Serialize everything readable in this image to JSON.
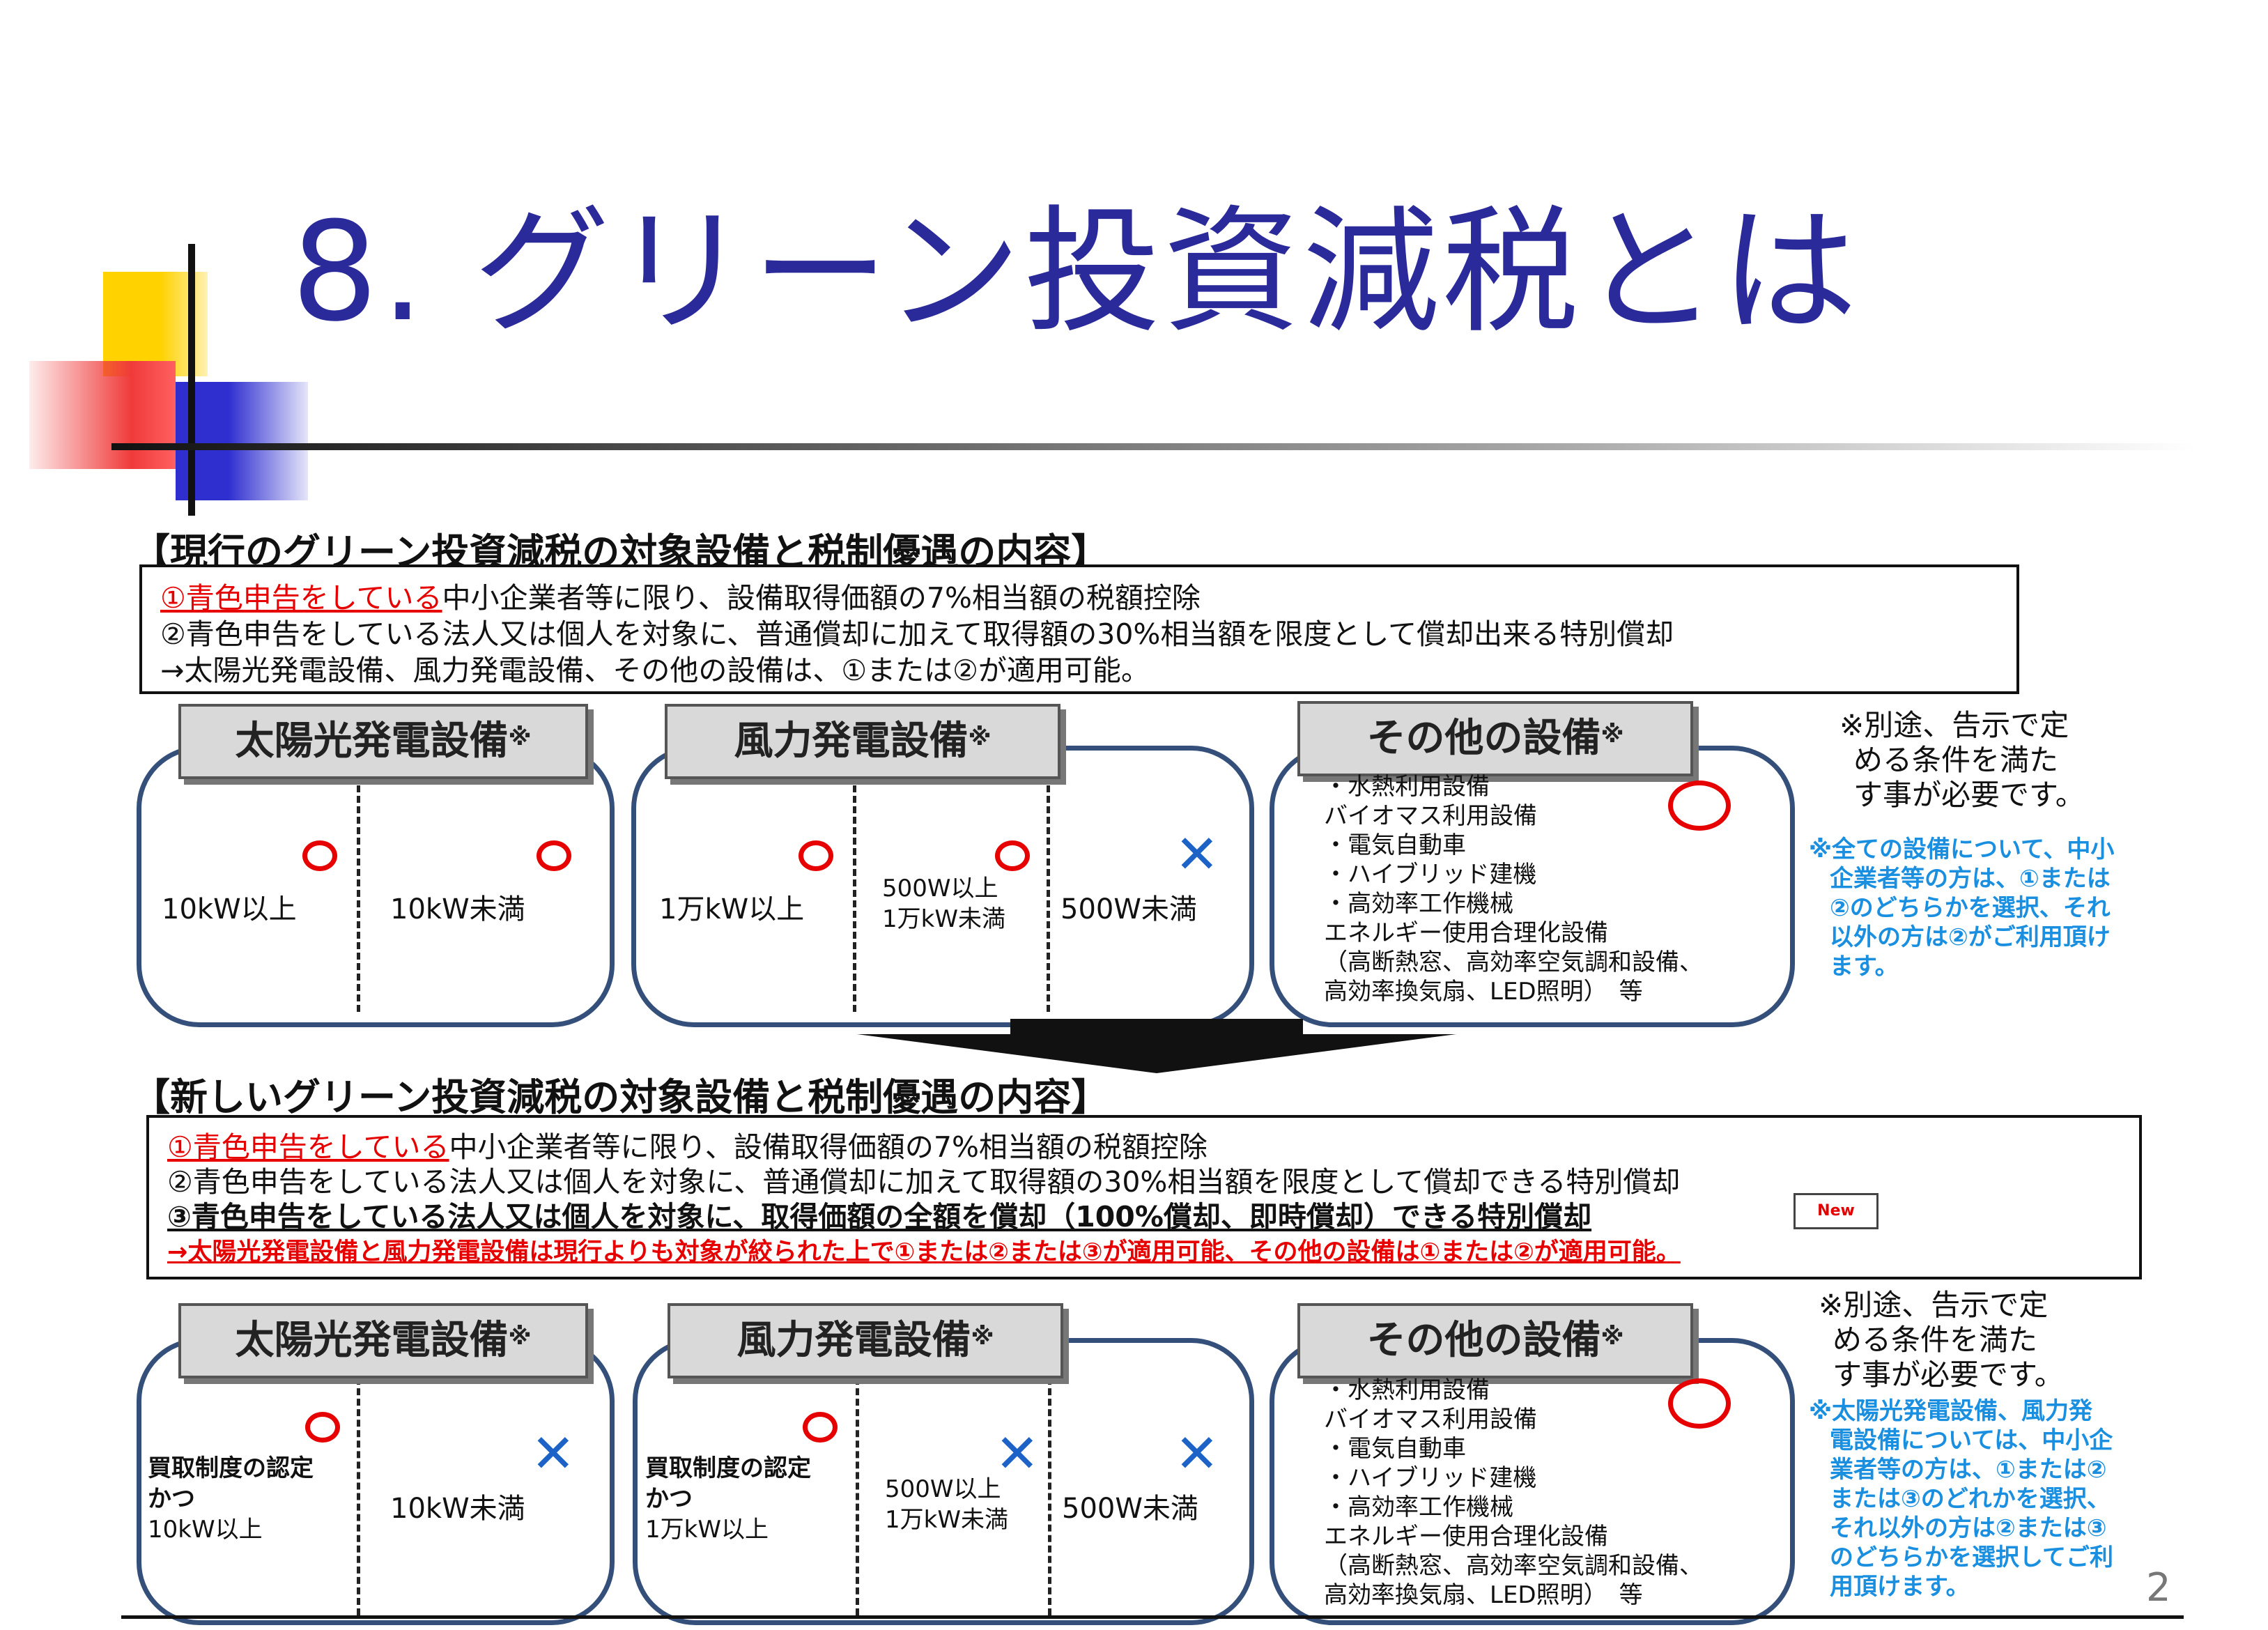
{
  "title": "8. グリーン投資減税とは",
  "page_number": "2",
  "current": {
    "heading": "【現行のグリーン投資減税の対象設備と税制優遇の内容】",
    "rule1_red": "①青色申告をしている",
    "rule1_rest": "中小企業者等に限り、設備取得価額の7%相当額の税額控除",
    "rule2": "②青色申告をしている法人又は個人を対象に、普通償却に加えて取得額の30%相当額を限度として償却出来る特別償却",
    "rule3": "→太陽光発電設備、風力発電設備、その他の設備は、①または②が適用可能。",
    "solar_tag": "太陽光発電設備",
    "wind_tag": "風力発電設備",
    "other_tag": "その他の設備",
    "mark": "※",
    "solar_left": "10kW以上",
    "solar_right": "10kW未満",
    "wind_left": "1万kW以上",
    "wind_mid1": "500W以上",
    "wind_mid2": "1万kW未満",
    "wind_right": "500W未満",
    "cross": "✕",
    "other_items": [
      "・水熱利用設備",
      "バイオマス利用設備",
      "・電気自動車",
      "・ハイブリッド建機",
      "・高効率工作機械",
      "エネルギー使用合理化設備",
      "（高断熱窓、高効率空気調和設備、",
      "高効率換気扇、LED照明）　等"
    ],
    "note_lines": [
      "※別途、告示で定",
      "める条件を満た",
      "す事が必要です。"
    ],
    "blue_note_lines": [
      "※全ての設備について、中小",
      "企業者等の方は、①または",
      "②のどちらかを選択、それ",
      "以外の方は②がご利用頂け",
      "ます。"
    ]
  },
  "new": {
    "heading": "【新しいグリーン投資減税の対象設備と税制優遇の内容】",
    "rule1_red": "①青色申告をしている",
    "rule1_rest": "中小企業者等に限り、設備取得価額の7%相当額の税額控除",
    "rule2": "②青色申告をしている法人又は個人を対象に、普通償却に加えて取得額の30%相当額を限度として償却できる特別償却",
    "rule3": "③青色申告をしている法人又は個人を対象に、取得価額の全額を償却（100%償却、即時償却）できる特別償却",
    "new_badge": "New",
    "rule4": "→太陽光発電設備と風力発電設備は現行よりも対象が絞られた上で①または②または③が適用可能、その他の設備は①または②が適用可能。",
    "solar_tag": "太陽光発電設備",
    "wind_tag": "風力発電設備",
    "other_tag": "その他の設備",
    "mark": "※",
    "solar_left_red1": "買取制度の認定",
    "solar_left_red2": "かつ",
    "solar_left": "10kW以上",
    "solar_right": "10kW未満",
    "wind_left_red1": "買取制度の認定",
    "wind_left_red2": "かつ",
    "wind_left": "1万kW以上",
    "wind_mid1": "500W以上",
    "wind_mid2": "1万kW未満",
    "wind_right": "500W未満",
    "cross": "✕",
    "other_items": [
      "・水熱利用設備",
      "バイオマス利用設備",
      "・電気自動車",
      "・ハイブリッド建機",
      "・高効率工作機械",
      "エネルギー使用合理化設備",
      "（高断熱窓、高効率空気調和設備、",
      "高効率換気扇、LED照明）　等"
    ],
    "note_lines": [
      "※別途、告示で定",
      "める条件を満た",
      "す事が必要です。"
    ],
    "blue_note_lines": [
      "※太陽光発電設備、風力発",
      "電設備については、中小企",
      "業者等の方は、①または②",
      "または③のどれかを選択、",
      "それ以外の方は②または③",
      "のどちらかを選択してご利",
      "用頂けます。"
    ]
  }
}
